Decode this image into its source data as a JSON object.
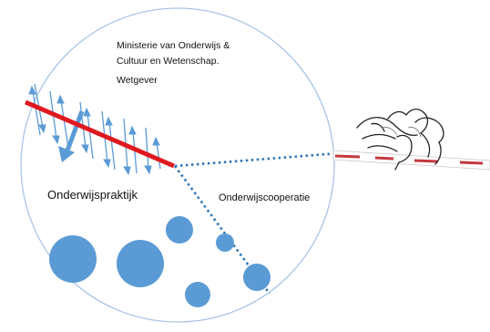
{
  "labels": {
    "ministry_line1": "Ministerie van Onderwijs &",
    "ministry_line2": "Cultuur en Wetenschap.",
    "wetgever": "Wetgever",
    "onderwijspraktijk": "Onderwijspraktijk",
    "onderwijscooperatie": "Onderwijscooperatie"
  },
  "colors": {
    "circle_outline": "#a9c4e6",
    "barrier_red": "#e0191f",
    "arrow_blue": "#5b9bd5",
    "dot_blue": "#2e75b6",
    "bubble_blue": "#5b9bd5",
    "stick_red": "#c5383f"
  }
}
